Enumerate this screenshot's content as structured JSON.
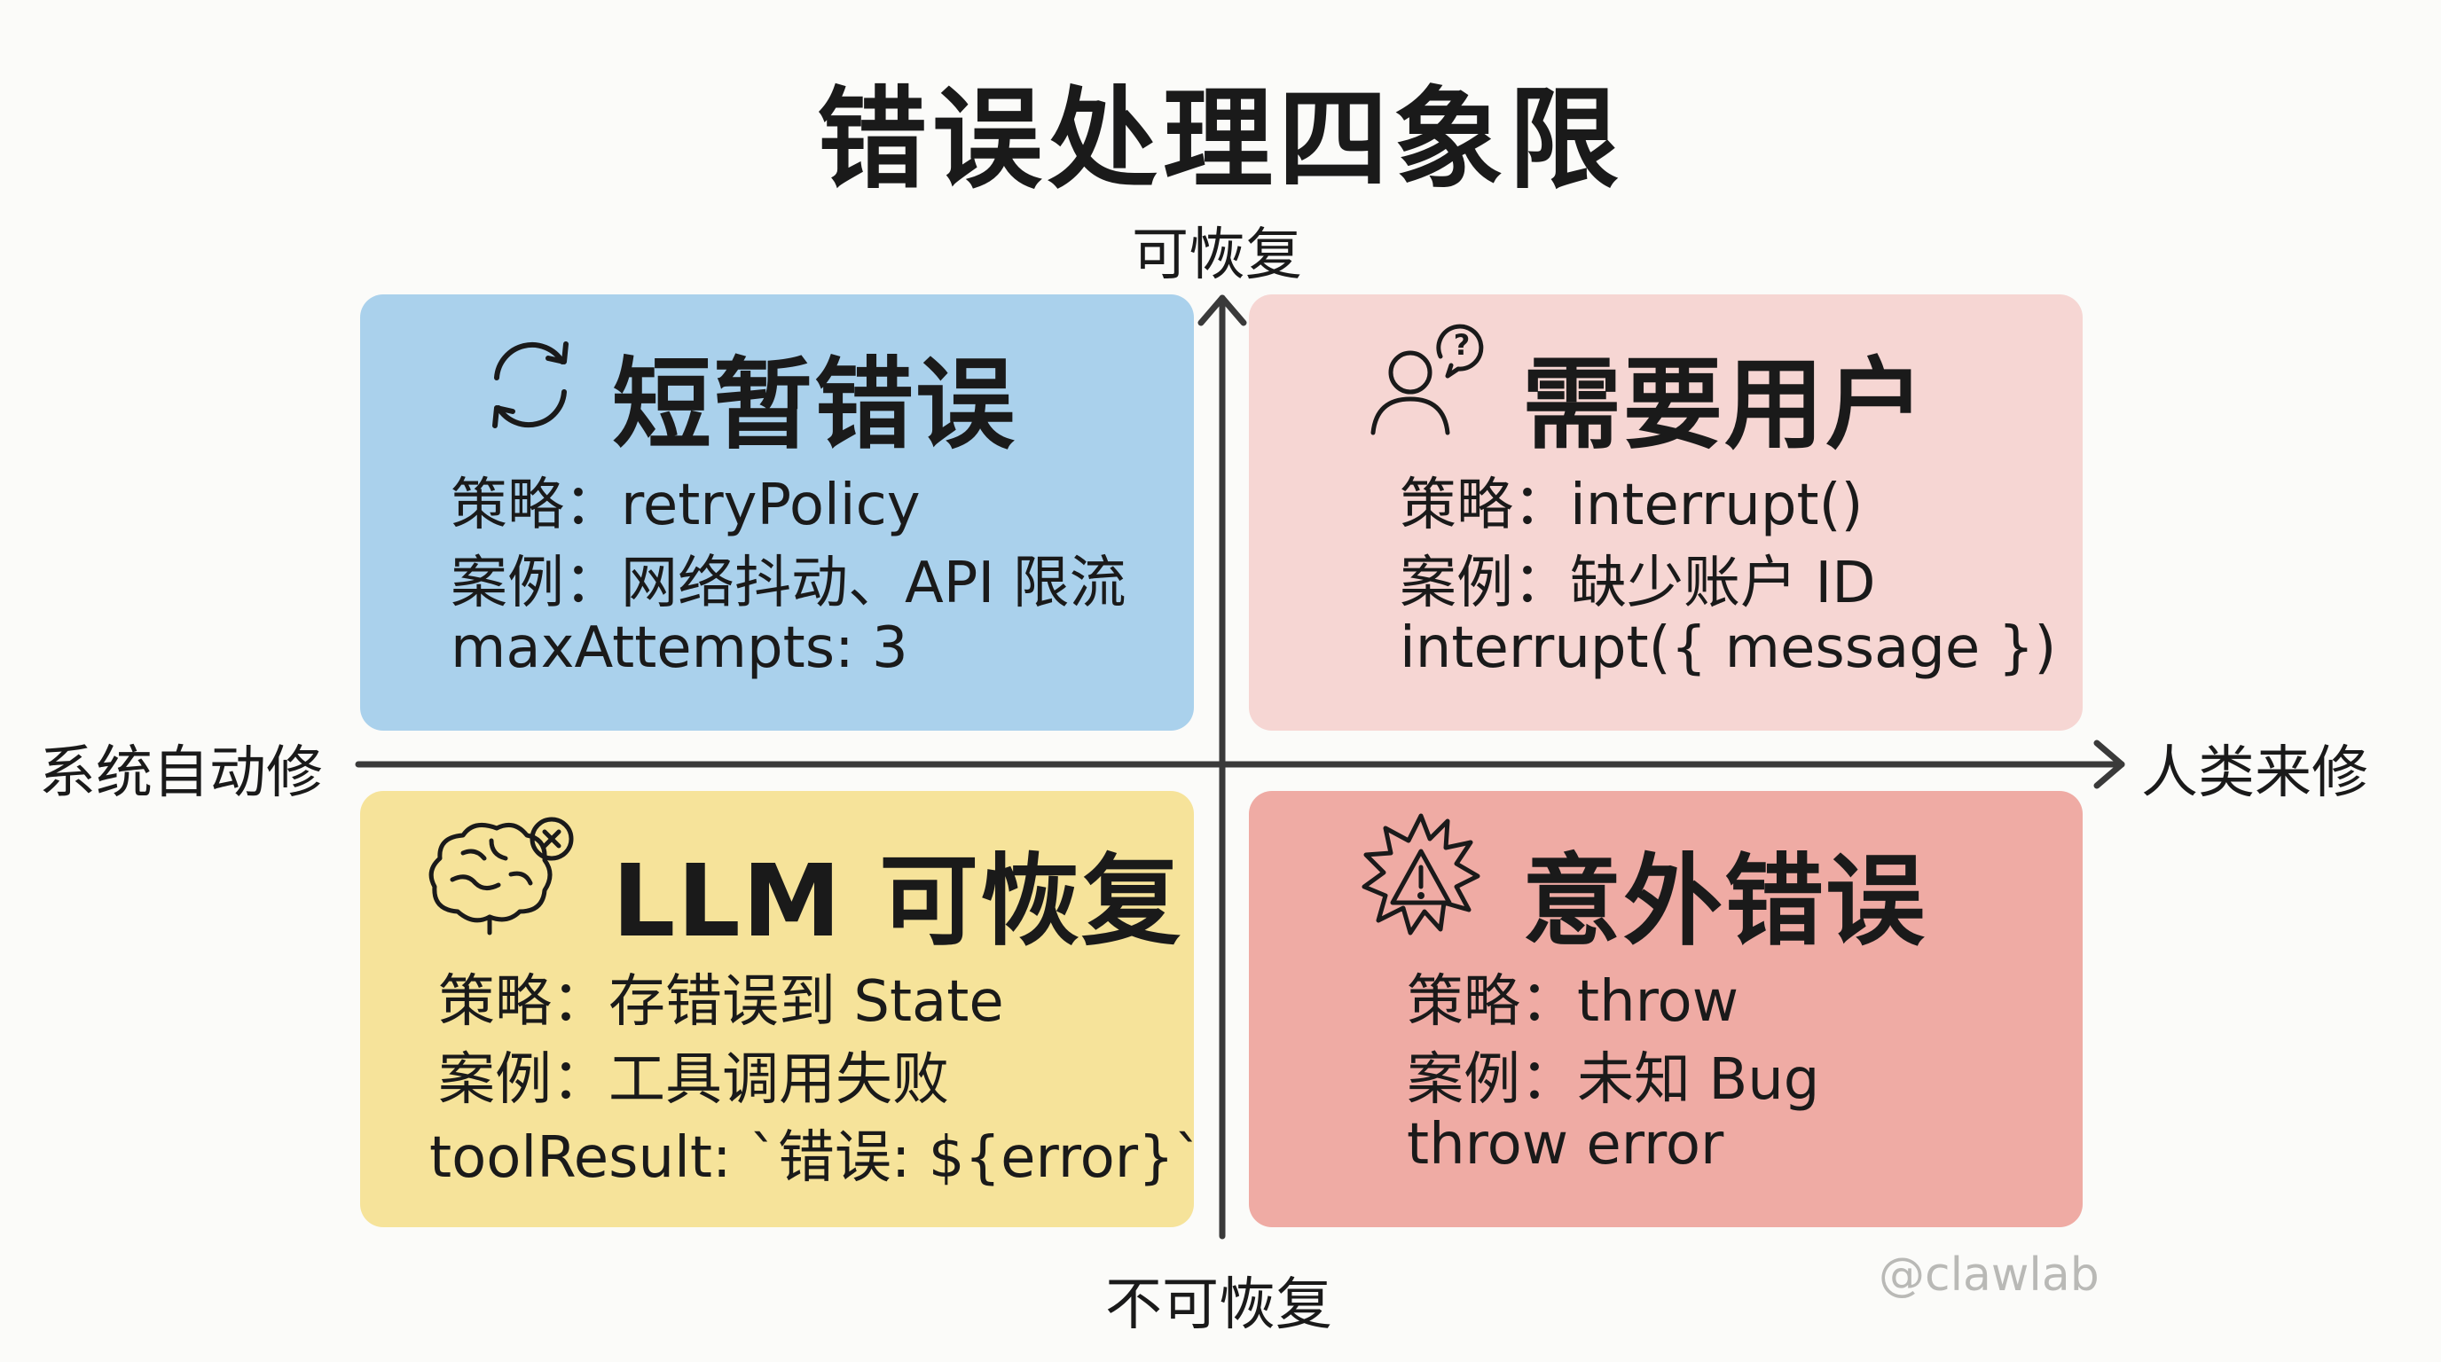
{
  "title": "错误处理四象限",
  "axes": {
    "top": "可恢复",
    "bottom": "不可恢复",
    "left": "系统自动修",
    "right": "人类来修"
  },
  "quadrants": [
    {
      "heading": "短暂错误",
      "icon": "refresh-icon",
      "color": "#aad1ec",
      "lines": [
        "策略：retryPolicy",
        "案例：网络抖动、API 限流",
        "maxAttempts: 3"
      ]
    },
    {
      "heading": "需要用户",
      "icon": "user-question-icon",
      "color": "#f6d6d3",
      "lines": [
        "策略：interrupt()",
        "案例：缺少账户 ID",
        "interrupt({ message })"
      ]
    },
    {
      "heading": "LLM 可恢复",
      "icon": "brain-error-icon",
      "color": "#f6e39a",
      "lines": [
        "策略：存错误到 State",
        "案例：工具调用失败",
        "toolResult: `错误: ${error}`"
      ]
    },
    {
      "heading": "意外错误",
      "icon": "warning-burst-icon",
      "color": "#efaba4",
      "lines": [
        "策略：throw",
        "案例：未知 Bug",
        "throw error"
      ]
    }
  ],
  "watermark": "@clawlab"
}
